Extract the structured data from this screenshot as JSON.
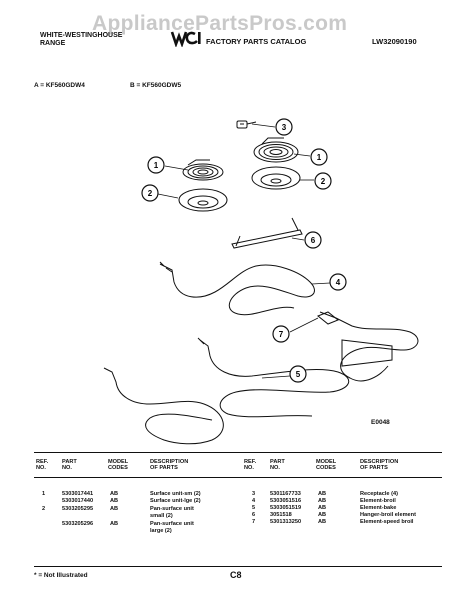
{
  "watermark": "AppliancePartsPros.com",
  "header": {
    "brand_line1": "WHITE-WESTINGHOUSE",
    "brand_line2": "RANGE",
    "catalog": "FACTORY PARTS CATALOG",
    "doc_no": "LW32090190"
  },
  "models": {
    "a": "A = KF560GDW4",
    "b": "B = KF560GDW5"
  },
  "callouts": [
    "1",
    "1",
    "2",
    "2",
    "3",
    "4",
    "5",
    "6",
    "7"
  ],
  "figure_code": "E0048",
  "table": {
    "headers": {
      "ref": [
        "REF.",
        "NO."
      ],
      "part": [
        "PART",
        "NO."
      ],
      "model": [
        "MODEL",
        "CODES"
      ],
      "desc": [
        "DESCRIPTION",
        "OF PARTS"
      ]
    },
    "left_rows": [
      {
        "ref": "1",
        "part": "5303017441",
        "codes": "AB",
        "desc": [
          "Surface unit-sm (2)"
        ]
      },
      {
        "ref": "",
        "part": "5303017440",
        "codes": "AB",
        "desc": [
          "Surface unit-lge (2)"
        ]
      },
      {
        "ref": "2",
        "part": "5303205295",
        "codes": "AB",
        "desc": [
          "Pan-surface unit",
          "small (2)"
        ]
      },
      {
        "ref": "",
        "part": "5303205296",
        "codes": "AB",
        "desc": [
          "Pan-surface unit",
          "large (2)"
        ]
      }
    ],
    "right_rows": [
      {
        "ref": "3",
        "part": "5301167733",
        "codes": "AB",
        "desc": [
          "Receptacle (4)"
        ]
      },
      {
        "ref": "4",
        "part": "5303051516",
        "codes": "AB",
        "desc": [
          "Element-broil"
        ]
      },
      {
        "ref": "5",
        "part": "5303051519",
        "codes": "AB",
        "desc": [
          "Element-bake"
        ]
      },
      {
        "ref": "6",
        "part": "3051518",
        "codes": "AB",
        "desc": [
          "Hanger-broil element"
        ]
      },
      {
        "ref": "7",
        "part": "5301313250",
        "codes": "AB",
        "desc": [
          "Element-speed broil"
        ]
      }
    ]
  },
  "footer": {
    "footnote": "* = Not Illustrated",
    "page": "C8"
  }
}
